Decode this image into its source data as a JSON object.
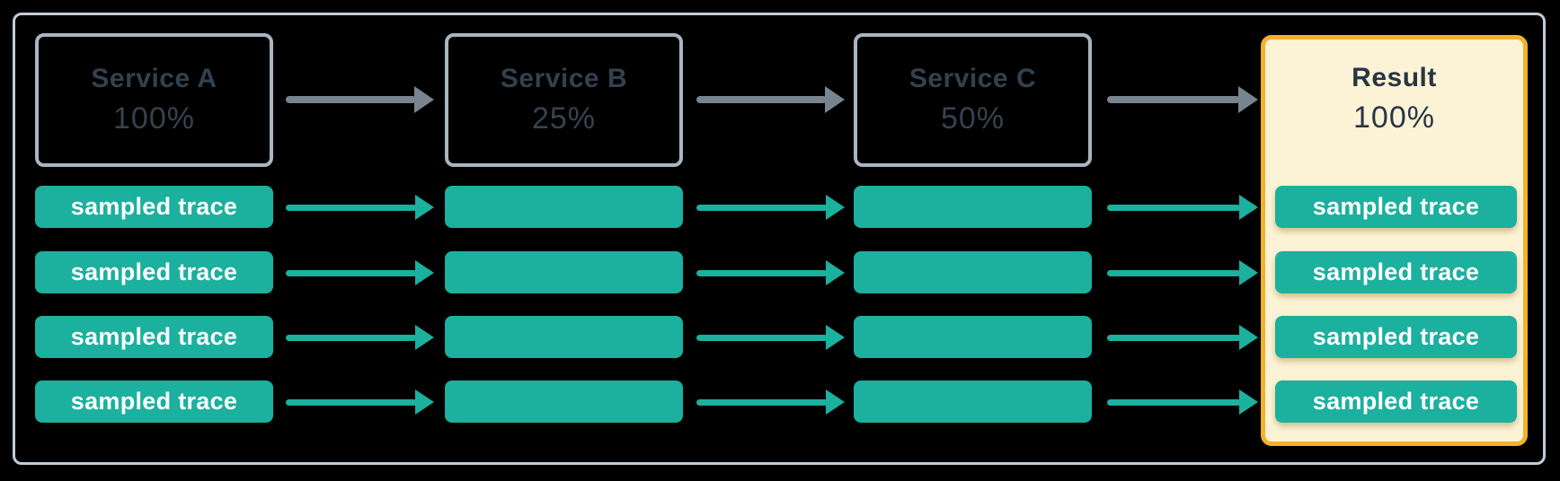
{
  "diagram": {
    "type": "flow",
    "trace_label": "sampled trace",
    "trace_rows": 4,
    "nodes": [
      {
        "title": "Service A",
        "sample_rate": "100%"
      },
      {
        "title": "Service B",
        "sample_rate": "25%"
      },
      {
        "title": "Service C",
        "sample_rate": "50%"
      },
      {
        "title": "Result",
        "sample_rate": "100%"
      }
    ],
    "colors": {
      "background": "#000000",
      "frame_border": "#c3cdd7",
      "service_border": "#a9b5c2",
      "service_text": "#33414f",
      "teal": "#1cb09e",
      "trace_text": "#ffffff",
      "flow_arrow_gray": "#78848f",
      "result_fill": "#fcf3d6",
      "result_border": "#f2b229",
      "result_text": "#273645"
    }
  }
}
